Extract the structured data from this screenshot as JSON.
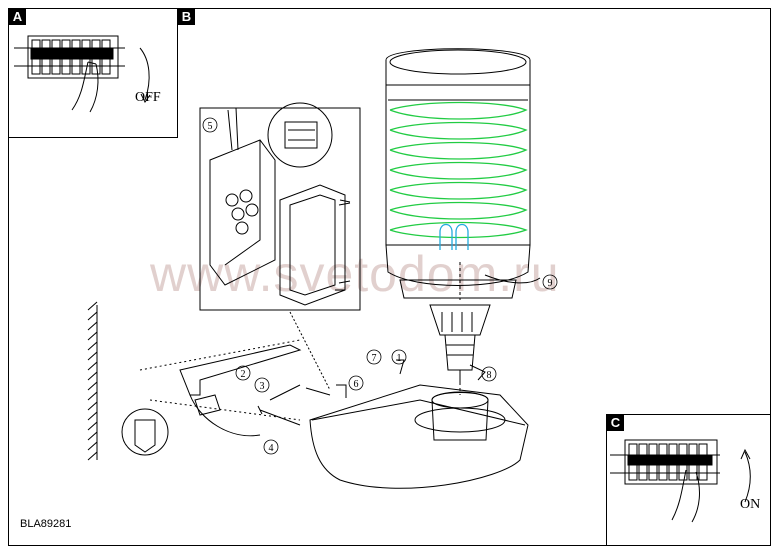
{
  "labels": {
    "panel_a": "A",
    "panel_b": "B",
    "panel_c": "C",
    "off": "OFF",
    "on": "ON",
    "model": "BLA89281",
    "watermark": "www.svetodom.ru"
  },
  "step_numbers": [
    "1",
    "2",
    "3",
    "4",
    "5",
    "6",
    "7",
    "8",
    "9"
  ],
  "colors": {
    "line": "#000000",
    "bulb_green": "#22cc44",
    "bulb_cyan": "#22aadd",
    "watermark": "#c8aaa5"
  }
}
